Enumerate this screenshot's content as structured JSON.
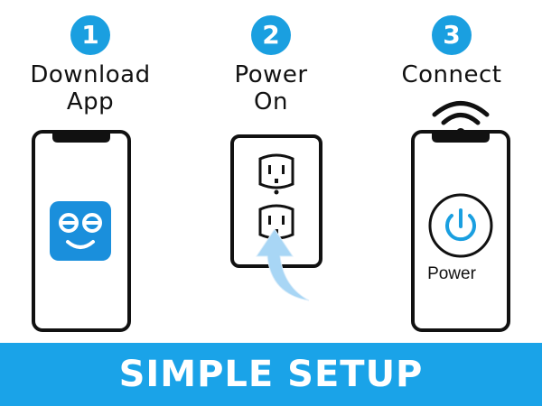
{
  "steps": [
    {
      "number": "1",
      "title_line1": "Download",
      "title_line2": "App"
    },
    {
      "number": "2",
      "title_line1": "Power",
      "title_line2": "On"
    },
    {
      "number": "3",
      "title_line1": "Connect",
      "title_line2": "",
      "power_label": "Power"
    }
  ],
  "footer": {
    "label": "SIMPLE SETUP"
  },
  "colors": {
    "accent": "#1a9fe0",
    "footer_bg": "#1aa3e8",
    "arrow": "#a8d6f5",
    "outline": "#111111"
  },
  "icons": [
    "smartphone-icon",
    "app-face-icon",
    "wall-outlet-icon",
    "plug-arrow-icon",
    "wifi-icon",
    "power-button-icon"
  ]
}
